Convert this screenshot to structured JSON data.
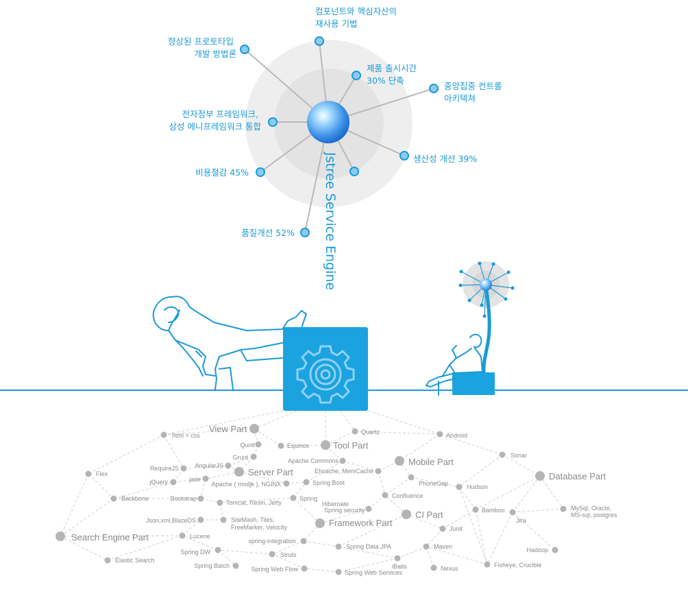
{
  "engine": {
    "title": "Jstree Service Engine",
    "icon": "gear-icon"
  },
  "benefits": [
    {
      "lines": [
        "컴포넌트와 핵심자산의",
        "재사용 기법"
      ]
    },
    {
      "lines": [
        "향상된 프로토타입",
        "개발 방법론"
      ]
    },
    {
      "lines": [
        "제품 출시시간",
        "30% 단축"
      ]
    },
    {
      "lines": [
        "중앙집중 컨트롤",
        "아키텍쳐"
      ]
    },
    {
      "lines": [
        "전자정부 프레임워크,",
        "삼성 에니프레임워크 통합"
      ]
    },
    {
      "lines": [
        "생산성 개선 39%"
      ]
    },
    {
      "lines": [
        "비용절감 45%"
      ]
    },
    {
      "lines": [
        "품질개선 52%"
      ]
    }
  ],
  "parts": [
    "View Part",
    "Tool Part",
    "Mobile Part",
    "Server Part",
    "Database Part",
    "Framework Part",
    "CI Part",
    "Search Engine Part"
  ],
  "technologies": [
    "html + css",
    "Qunit",
    "Equinox",
    "Quartz",
    "Android",
    "Grunt",
    "Sonar",
    "Flex",
    "RequireJS",
    "AngularJS",
    "Apache Commons",
    "jQuery",
    "jade",
    "Ehcache, MemCache",
    "Apache ( modjk ), NGINX",
    "Spring Boot",
    "PhoneGap",
    "Hudson",
    "Backbone",
    "Bootstrap",
    "Spring",
    "Confluence",
    "Tomcat, Resin, Jetty",
    "Hibernate",
    "Spring security",
    "Bamboo",
    "MySql, Oracle,",
    "MS-sql, postgres",
    "Json,xml,BlazeDS",
    "SiteMash, Tiles,",
    "FreeMarker, Velocity",
    "Jira",
    "Junit",
    "Lucene",
    "spring-integration",
    "Maven",
    "Hadoop",
    "Spring DW",
    "Spring Data JPA",
    "Struts",
    "Elastic Search",
    "iBatis",
    "Spring Batch",
    "Spring Web Flow",
    "Spring Web Services",
    "Nexus",
    "Fisheye, Crucible"
  ],
  "colors": {
    "accent": "#1a9ad6",
    "gray": "#8a8a8a",
    "node": "#b4b4b4"
  }
}
